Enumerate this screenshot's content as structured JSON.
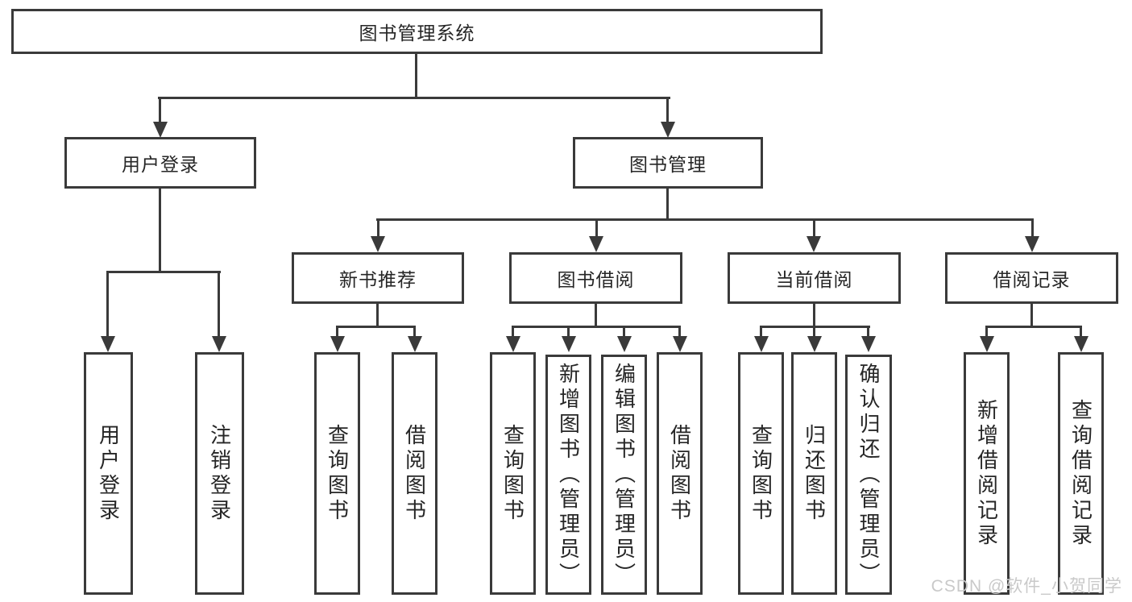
{
  "root": {
    "label": "图书管理系统"
  },
  "level2": [
    {
      "id": "user-login",
      "label": "用户登录"
    },
    {
      "id": "book-management",
      "label": "图书管理"
    }
  ],
  "level3": [
    {
      "id": "new-book-recommend",
      "label": "新书推荐"
    },
    {
      "id": "book-borrowing",
      "label": "图书借阅"
    },
    {
      "id": "current-borrowing",
      "label": "当前借阅"
    },
    {
      "id": "borrowing-records",
      "label": "借阅记录"
    }
  ],
  "leaves": {
    "user_login": [
      {
        "label": "用户登录"
      },
      {
        "label": "注销登录"
      }
    ],
    "new_book_recommend": [
      {
        "label": "查询图书"
      },
      {
        "label": "借阅图书"
      }
    ],
    "book_borrowing": [
      {
        "label": "查询图书"
      },
      {
        "label": "新增图书（管理员）"
      },
      {
        "label": "编辑图书（管理员）"
      },
      {
        "label": "借阅图书"
      }
    ],
    "current_borrowing": [
      {
        "label": "查询图书"
      },
      {
        "label": "归还图书"
      },
      {
        "label": "确认归还（管理员）"
      }
    ],
    "borrowing_records": [
      {
        "label": "新增借阅记录"
      },
      {
        "label": "查询借阅记录"
      }
    ]
  },
  "watermark": {
    "text": "CSDN @软件_小贺同学",
    "color": "#c9c9c9"
  },
  "colors": {
    "line": "#3a3a3a",
    "text": "#262626",
    "background": "#ffffff"
  }
}
